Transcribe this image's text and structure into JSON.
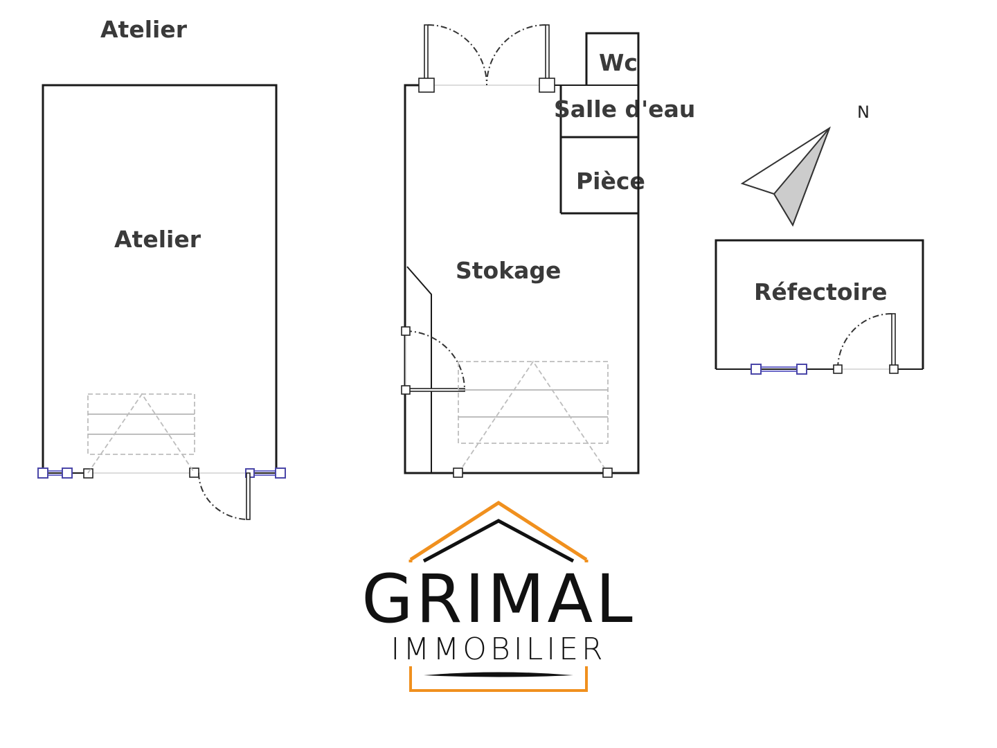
{
  "labels": {
    "top_title": "Atelier",
    "atelier": "Atelier",
    "stokage": "Stokage",
    "wc": "Wc",
    "salle_eau": "Salle d'eau",
    "piece": "Pièce",
    "refectoire": "Réfectoire",
    "north": "N"
  },
  "logo": {
    "name": "GRIMAL",
    "tagline": "IMMOBILIER",
    "accent_color": "#f0901e",
    "dark_color": "#111111"
  },
  "colors": {
    "wall": "#1a1a1a",
    "window": "#4a46a8",
    "compass_fill": "#cccccc"
  }
}
